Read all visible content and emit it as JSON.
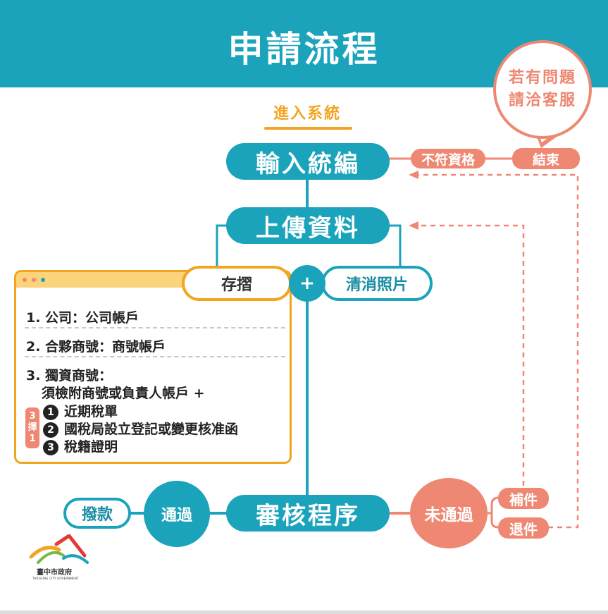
{
  "title": "申請流程",
  "entry": "進入系統",
  "help": {
    "line1": "若有問題",
    "line2": "請洽客服"
  },
  "steps": {
    "input_id": "輸入統編",
    "upload": "上傳資料",
    "passbook": "存摺",
    "plus": "+",
    "photo": "清消照片",
    "review": "審核程序",
    "pass": "通過",
    "payout": "撥款",
    "fail": "未通過",
    "supplement": "補件",
    "return": "退件",
    "ineligible": "不符資格",
    "end": "結束"
  },
  "passbook_panel": {
    "item1": "1. 公司：公司帳戶",
    "item2": "2. 合夥商號：商號帳戶",
    "item3_title": "3. 獨資商號：",
    "item3_desc": "須檢附商號或負責人帳戶 +",
    "choose_tag": [
      "3",
      "擇",
      "1"
    ],
    "options": [
      {
        "num": "1",
        "text": "近期稅單"
      },
      {
        "num": "2",
        "text": "國稅局設立登記或變更核准函"
      },
      {
        "num": "3",
        "text": "稅籍證明"
      }
    ]
  },
  "logo": {
    "name": "臺中市政府",
    "sub": "TAICHUNG CITY GOVERNMENT"
  },
  "colors": {
    "teal": "#1aa3ba",
    "orange": "#f2a51f",
    "salmon": "#ee8873"
  }
}
